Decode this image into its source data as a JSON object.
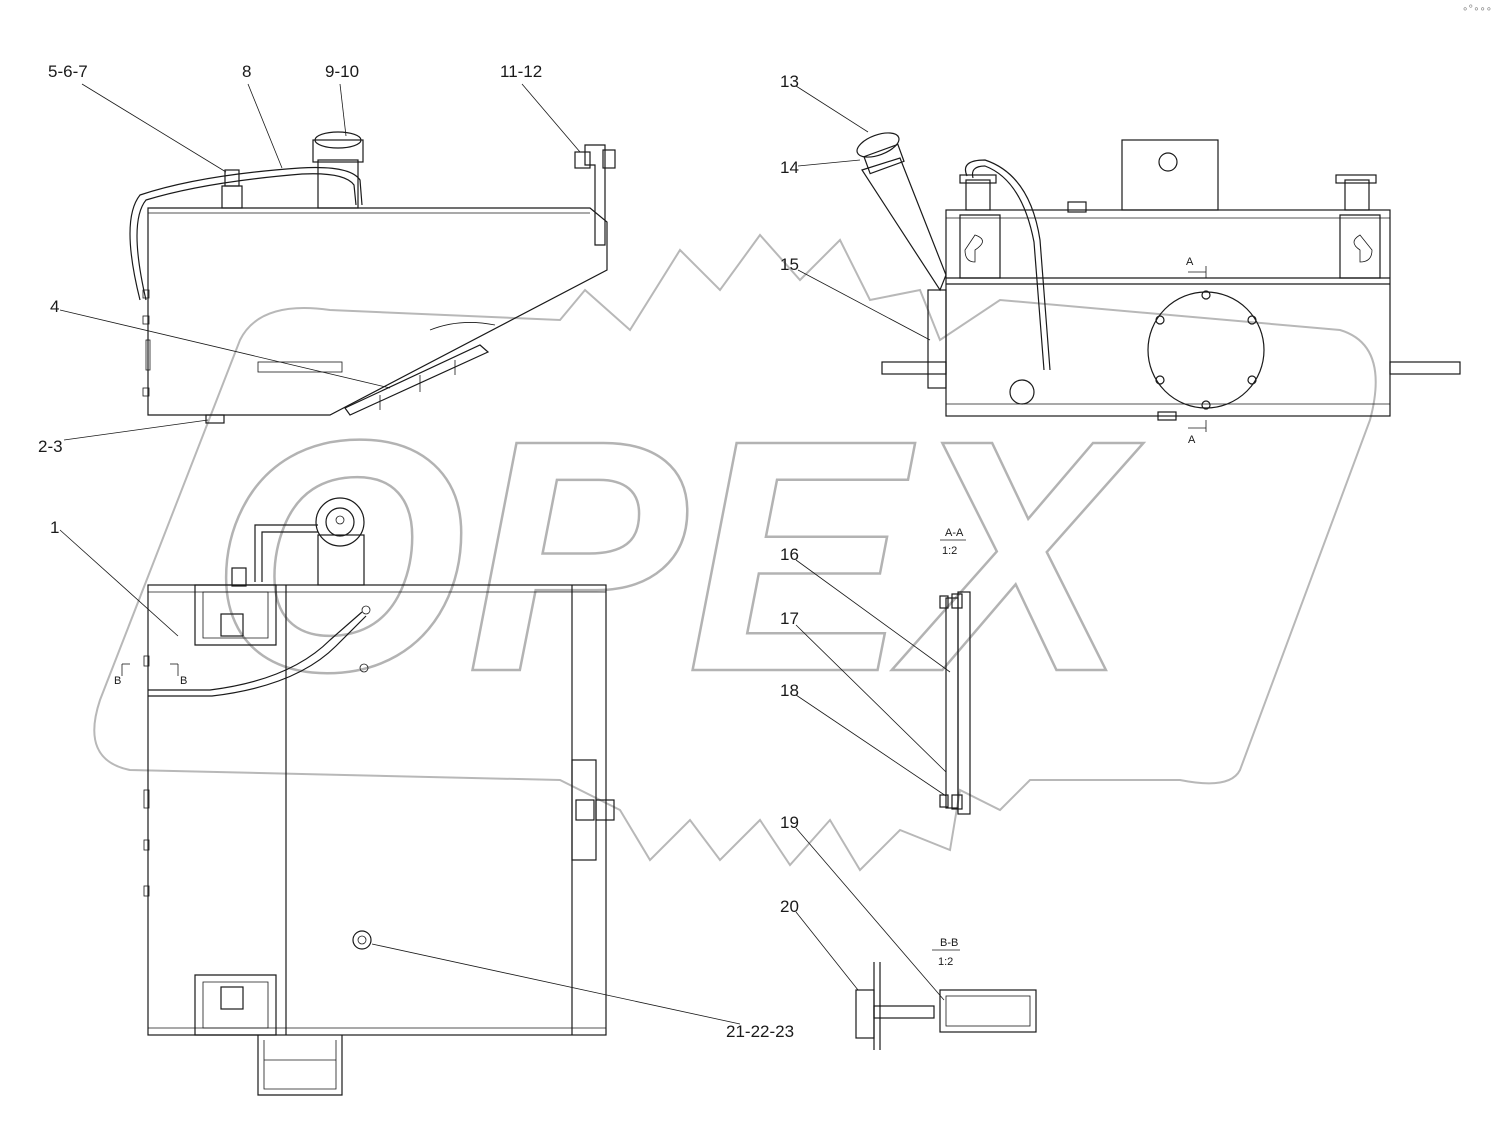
{
  "watermark": {
    "brand": "OPEX"
  },
  "corner_mark": "∘°∘∘∘",
  "callouts": [
    {
      "id": "c-5-6-7",
      "text": "5-6-7"
    },
    {
      "id": "c-8",
      "text": "8"
    },
    {
      "id": "c-9-10",
      "text": "9-10"
    },
    {
      "id": "c-11-12",
      "text": "11-12"
    },
    {
      "id": "c-4",
      "text": "4"
    },
    {
      "id": "c-2-3",
      "text": "2-3"
    },
    {
      "id": "c-1",
      "text": "1"
    },
    {
      "id": "c-13",
      "text": "13"
    },
    {
      "id": "c-14",
      "text": "14"
    },
    {
      "id": "c-15",
      "text": "15"
    },
    {
      "id": "c-16",
      "text": "16"
    },
    {
      "id": "c-17",
      "text": "17"
    },
    {
      "id": "c-18",
      "text": "18"
    },
    {
      "id": "c-19",
      "text": "19"
    },
    {
      "id": "c-20",
      "text": "20"
    },
    {
      "id": "c-21-22-23",
      "text": "21-22-23"
    }
  ],
  "section_marks": {
    "a_top": "A",
    "a_bottom": "A",
    "b_left": "B",
    "b_right": "B"
  },
  "section_views": {
    "aa_title": "A-A",
    "aa_scale": "1:2",
    "bb_title": "B-B",
    "bb_scale": "1:2"
  }
}
